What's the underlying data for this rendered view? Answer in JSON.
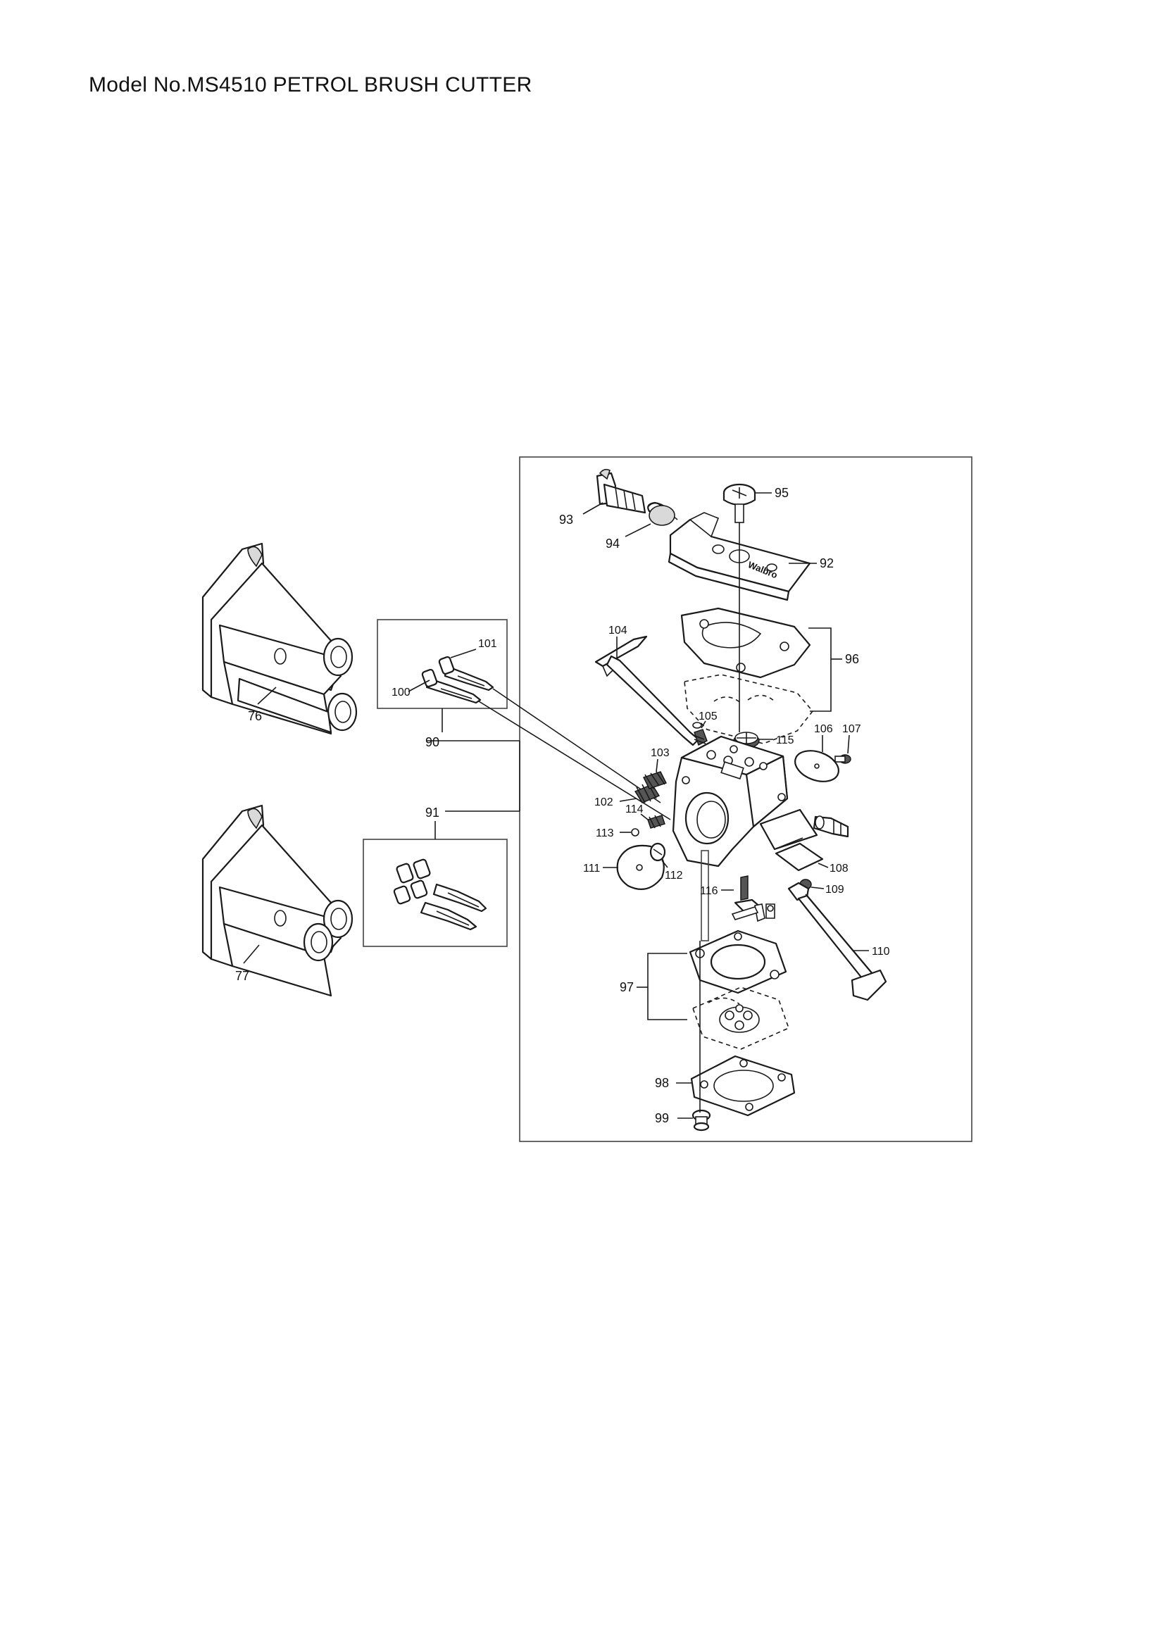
{
  "document": {
    "title": "Model No.MS4510 PETROL BRUSH CUTTER"
  },
  "parts": {
    "p76": "76",
    "p77": "77",
    "p90": "90",
    "p91": "91",
    "p92": "92",
    "p93": "93",
    "p94": "94",
    "p95": "95",
    "p96": "96",
    "p97": "97",
    "p98": "98",
    "p99": "99",
    "p100": "100",
    "p101": "101",
    "p102": "102",
    "p103": "103",
    "p104": "104",
    "p105": "105",
    "p106": "106",
    "p107": "107",
    "p108": "108",
    "p109": "109",
    "p110": "110",
    "p111": "111",
    "p112": "112",
    "p113": "113",
    "p114": "114",
    "p115": "115",
    "p116": "116"
  },
  "logos": {
    "cover_marking": "Walbro"
  }
}
